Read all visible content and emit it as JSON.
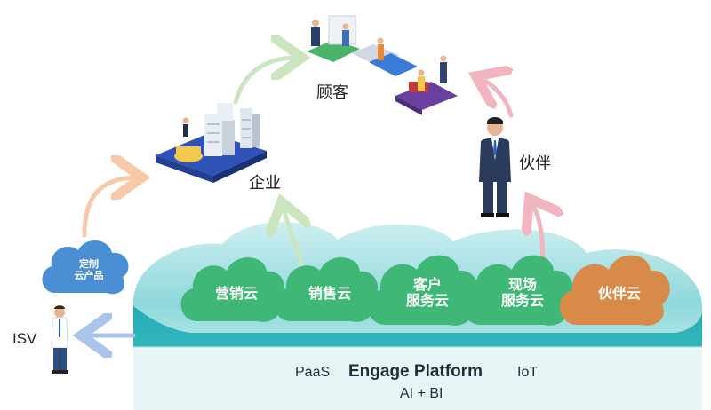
{
  "labels": {
    "customer": "顾客",
    "enterprise": "企业",
    "partner": "伙伴",
    "isv": "ISV"
  },
  "custom_cloud": {
    "line1": "定制",
    "line2": "云产品"
  },
  "clouds": [
    {
      "line1": "营销云",
      "line2": ""
    },
    {
      "line1": "销售云",
      "line2": ""
    },
    {
      "line1": "客户",
      "line2": "服务云"
    },
    {
      "line1": "现场",
      "line2": "服务云"
    },
    {
      "line1": "伙伴云",
      "line2": ""
    }
  ],
  "platform": {
    "paas": "PaaS",
    "name": "Engage Platform",
    "iot": "IoT",
    "ai_bi": "AI + BI"
  },
  "colors": {
    "green_cloud": "#3fb776",
    "orange_cloud": "#d88a48",
    "blue_cloud": "#4a8fd4",
    "platform_teal": "#27b7bd",
    "arrow_orange": "#f7c9a8",
    "arrow_green": "#cbe6bf",
    "arrow_pink": "#f1b5bf",
    "arrow_blue": "#a9c6ea"
  },
  "icons": [
    "building-illustration",
    "meeting-illustration",
    "businessman-illustration",
    "developer-illustration"
  ]
}
